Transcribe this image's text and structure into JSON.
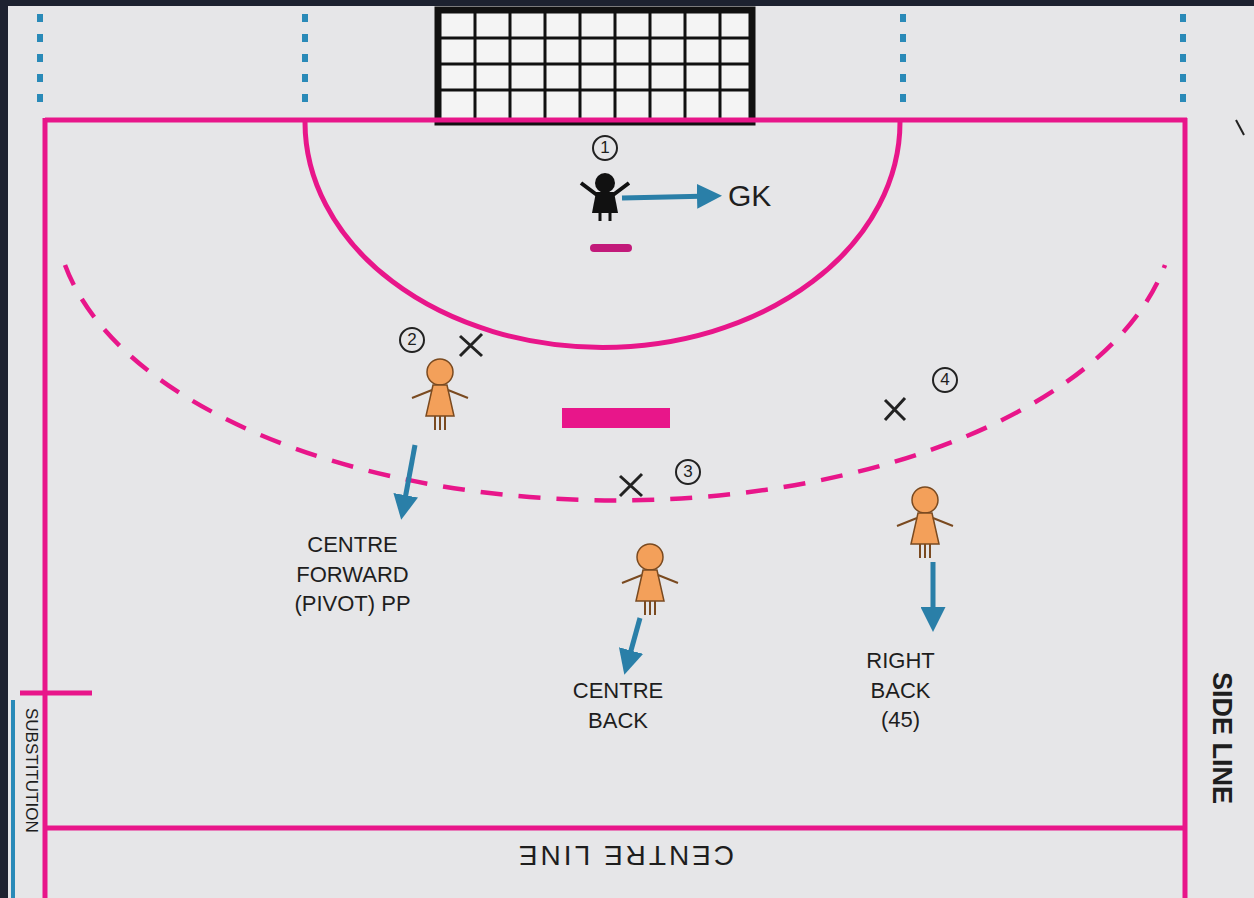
{
  "diagram": {
    "labels": [
      "1",
      "GK",
      "2",
      "3",
      "4",
      "CENTRE FORWARD (PIVOT) PP",
      "CENTRE BACK",
      "RIGHT BACK (45)",
      "SUBSTITUTION",
      "SIDE LINE",
      "CENTRE LINE"
    ]
  }
}
